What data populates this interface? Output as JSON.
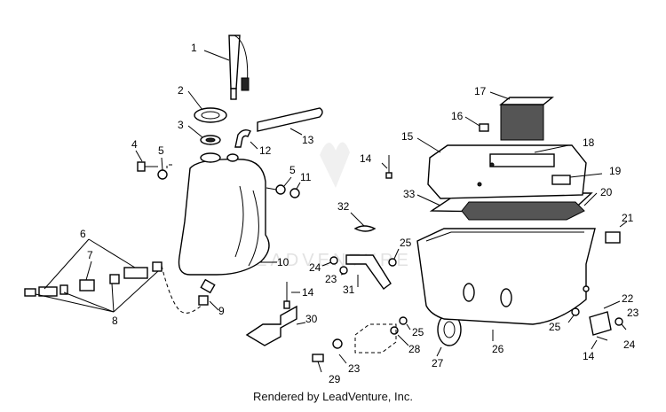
{
  "diagram": {
    "labels": [
      "1",
      "2",
      "3",
      "4",
      "5",
      "5",
      "6",
      "7",
      "8",
      "9",
      "10",
      "11",
      "12",
      "13",
      "14",
      "14",
      "14",
      "15",
      "16",
      "17",
      "18",
      "19",
      "20",
      "21",
      "22",
      "23",
      "23",
      "23",
      "24",
      "24",
      "25",
      "25",
      "25",
      "26",
      "27",
      "28",
      "29",
      "30",
      "31",
      "32",
      "33"
    ]
  },
  "watermark": {
    "text": "LEADVENTURE"
  },
  "footer": {
    "text": "Rendered by LeadVenture, Inc."
  }
}
